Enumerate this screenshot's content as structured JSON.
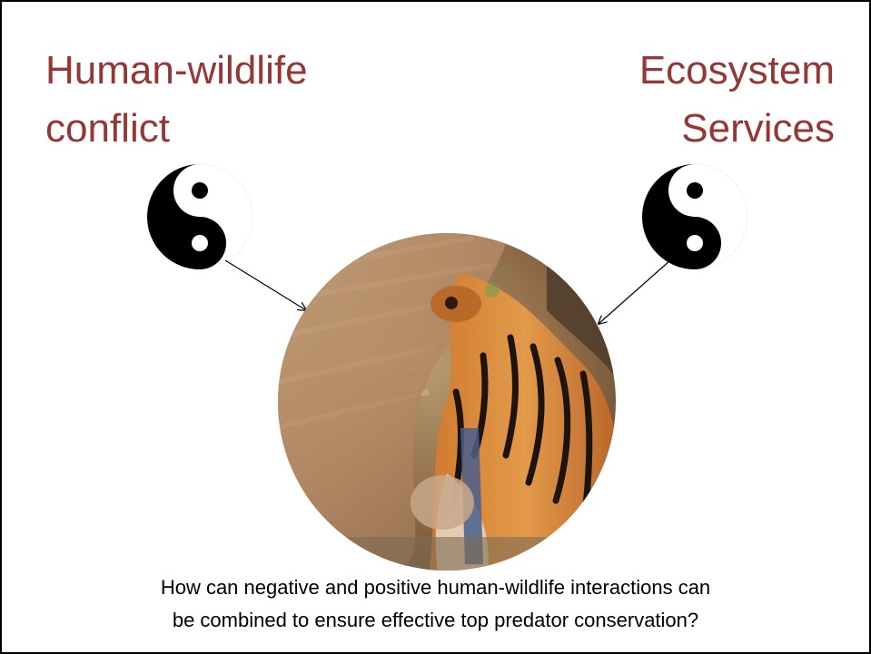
{
  "slide": {
    "title_left": "Human-wildlife\nconflict",
    "title_right": "Ecosystem\nServices",
    "caption": "How can negative and positive human-wildlife interactions can\nbe combined to ensure effective top predator conservation?"
  },
  "colors": {
    "title": "#953735",
    "text": "#000000",
    "border": "#000000",
    "background": "#ffffff"
  },
  "icons": [
    "yin-yang-icon",
    "yin-yang-icon"
  ],
  "image": {
    "subject": "tiger-in-grassland-circle-photo"
  }
}
